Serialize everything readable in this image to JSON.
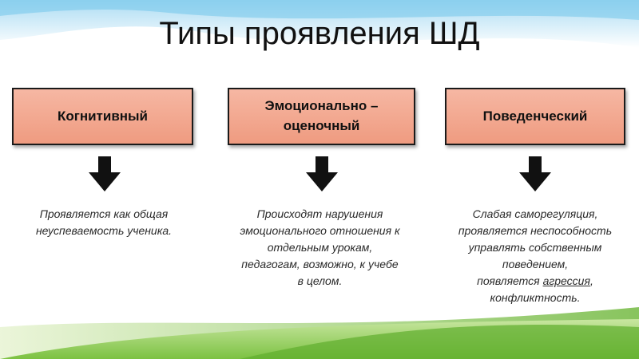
{
  "title": "Типы проявления ШД",
  "columns": [
    {
      "heading_lines": [
        "Когнитивный"
      ],
      "description_lines": [
        "Проявляется как общая",
        "неуспеваемость ученика."
      ]
    },
    {
      "heading_lines": [
        "Эмоционально –",
        "оценочный"
      ],
      "description_lines": [
        "Происходят нарушения",
        "эмоционального отношения к",
        "отдельным урокам,",
        "педагогам, возможно, к учебе",
        "в целом."
      ]
    },
    {
      "heading_lines": [
        "Поведенческий"
      ],
      "description_lines": [
        "Слабая саморегуляция,",
        "проявляется неспособность",
        "управлять собственным",
        "поведением,"
      ],
      "last_line": {
        "prefix": "появляется ",
        "underlined": "агрессия",
        "suffix": ","
      },
      "final_line": "конфликтность."
    }
  ],
  "colors": {
    "box_fill": "#f2a58c",
    "border": "#1a1a1a",
    "arrow": "#111111",
    "sky": "#cfe9f7",
    "grass": "#7cc242"
  }
}
